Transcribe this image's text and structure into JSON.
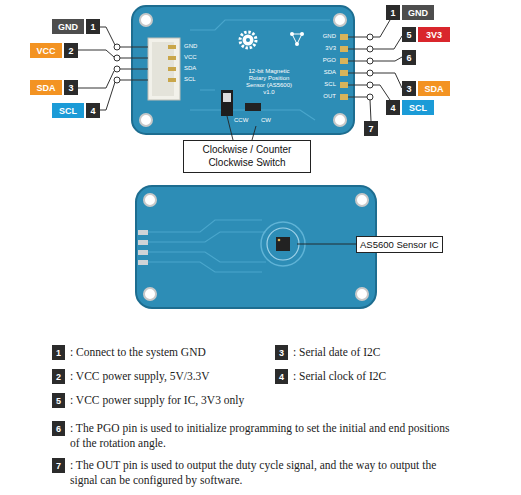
{
  "diagram": {
    "nodes": [
      {
        "text": [
          "GND"
        ]
      },
      {
        "text": [
          "1"
        ]
      },
      {
        "text": [
          "VCC"
        ]
      },
      {
        "text": [
          "2"
        ]
      },
      {
        "text": [
          "SDA"
        ]
      },
      {
        "text": [
          "3"
        ]
      },
      {
        "text": [
          "SCL"
        ]
      },
      {
        "text": [
          "4"
        ]
      },
      {
        "text": [
          "1"
        ]
      },
      {
        "text": [
          "GND"
        ]
      },
      {
        "text": [
          "5"
        ]
      },
      {
        "text": [
          "3V3"
        ]
      },
      {
        "text": [
          "6"
        ]
      },
      {
        "text": [
          "3"
        ]
      },
      {
        "text": [
          "SDA"
        ]
      },
      {
        "text": [
          "4"
        ]
      },
      {
        "text": [
          "SCL"
        ]
      },
      {
        "text": [
          "7"
        ]
      },
      {
        "text": [
          "Clockwise / Counter Clockwise Switch"
        ]
      },
      {
        "text": [
          "AS5600 Sensor IC"
        ]
      },
      {
        "text": [
          "1"
        ]
      },
      {
        "text": [
          "3"
        ]
      },
      {
        "text": [
          "2"
        ]
      },
      {
        "text": [
          "4"
        ]
      },
      {
        "text": [
          "5"
        ]
      },
      {
        "text": [
          "6"
        ]
      },
      {
        "text": [
          "7"
        ]
      }
    ],
    "labels": [
      "GND",
      "VCC",
      "SDA",
      "SCL",
      "12-bit Magnetic Rotary Position Sensor (AS5600) v1.0",
      "GND",
      "3V3",
      "PGO",
      "SDA",
      "SCL",
      "OUT",
      "CCW",
      "CW",
      ": Connect to the system GND",
      ": Serial date of I2C",
      ": VCC power supply, 5V/3.3V",
      ": Serial clock of I2C",
      ": VCC power supply for IC, 3V3 only",
      ": The PGO pin is used to initialize programming to set the initial and end positions of the rotation angle.",
      ": The OUT pin is used to output the duty cycle signal, and the way to output the signal can be configured by software."
    ]
  }
}
